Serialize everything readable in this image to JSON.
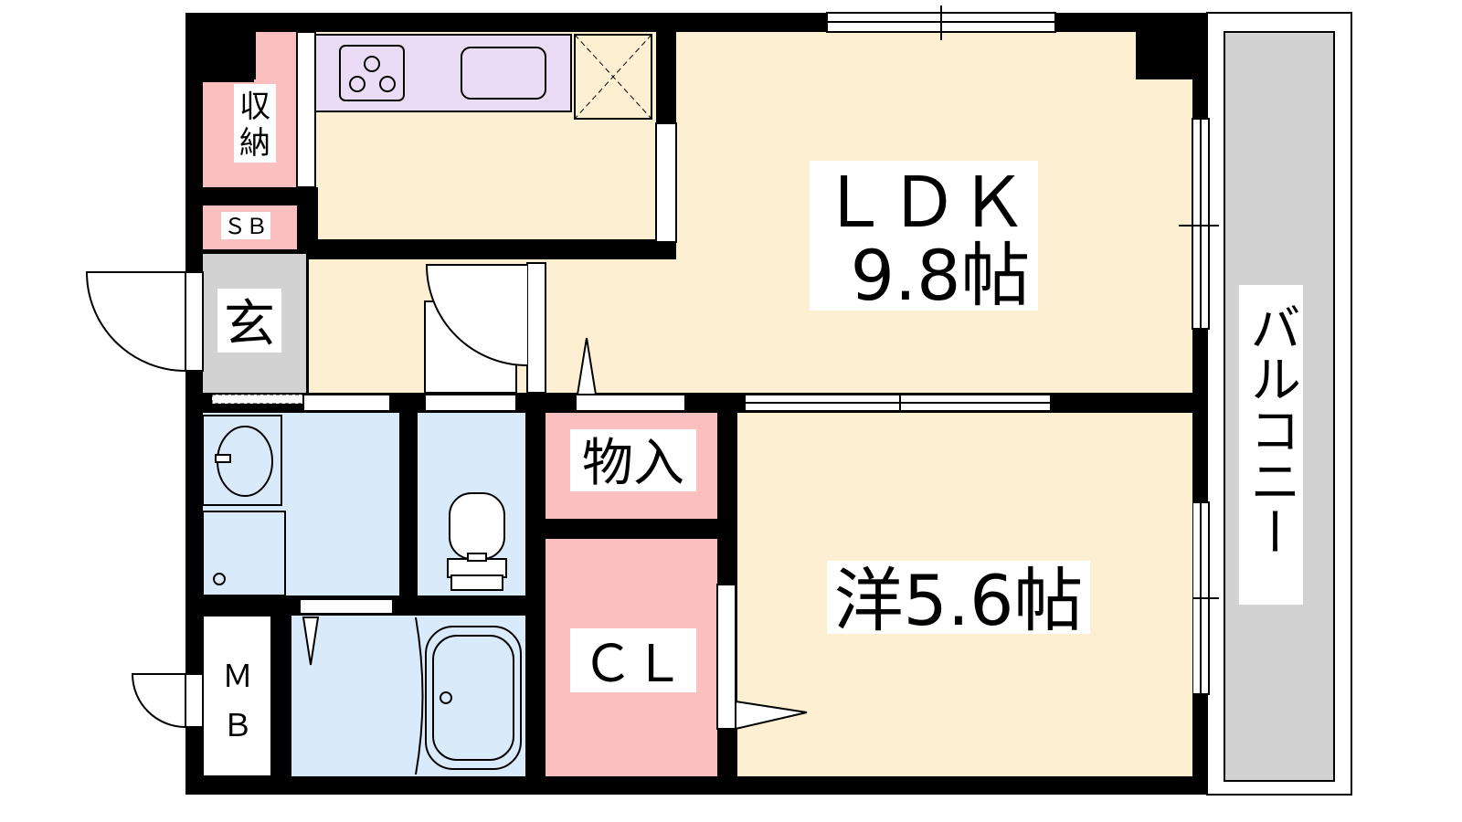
{
  "floorplan": {
    "rooms": {
      "ldk": {
        "name": "ＬＤＫ",
        "size": "9.8帖"
      },
      "western": {
        "name": "洋5.6帖"
      },
      "balcony": {
        "name": "バルコニー"
      },
      "storage_top": {
        "line1": "収",
        "line2": "納"
      },
      "shoe_box": {
        "name": "ＳＢ"
      },
      "entrance": {
        "name": "玄"
      },
      "closet_small": {
        "name": "物入"
      },
      "closet": {
        "name": "ＣＬ"
      },
      "meter_box": {
        "line1": "Ｍ",
        "line2": "Ｂ"
      }
    },
    "colors": {
      "ldk_floor": "#fdf0d2",
      "western_floor": "#fdf0d2",
      "storage": "#fbbfc0",
      "wet_area": "#d9ebfb",
      "entrance": "#d2d2d2",
      "kitchen_counter": "#eadcf4",
      "balcony": "#d2d2d2",
      "wall": "#000000"
    }
  }
}
